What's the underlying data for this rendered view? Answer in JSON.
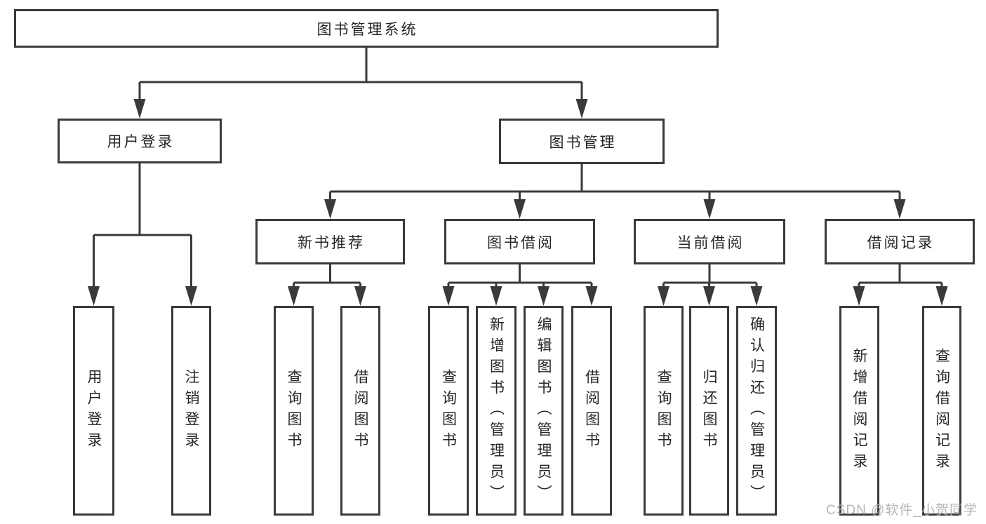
{
  "nodes": {
    "root": {
      "label": "图书管理系统"
    },
    "level2": {
      "user_login": {
        "label": "用户登录"
      },
      "book_management": {
        "label": "图书管理"
      }
    },
    "level3": {
      "new_book_recommend": {
        "label": "新书推荐"
      },
      "book_borrowing": {
        "label": "图书借阅"
      },
      "current_borrowing": {
        "label": "当前借阅"
      },
      "borrowing_records": {
        "label": "借阅记录"
      }
    },
    "leaves": {
      "user_login": {
        "label": "用户登录"
      },
      "logout": {
        "label": "注销登录"
      },
      "recommend_query_books": {
        "label": "查询图书"
      },
      "recommend_borrow_books": {
        "label": "借阅图书"
      },
      "borrow_query_books": {
        "label": "查询图书"
      },
      "borrow_add_books": {
        "label": "新增图书（管理员）"
      },
      "borrow_edit_books": {
        "label": "编辑图书（管理员）"
      },
      "borrow_borrow_books": {
        "label": "借阅图书"
      },
      "current_query_books": {
        "label": "查询图书"
      },
      "current_return_books": {
        "label": "归还图书"
      },
      "current_confirm_return": {
        "label": "确认归还（管理员）"
      },
      "records_add_record": {
        "label": "新增借阅记录"
      },
      "records_query_record": {
        "label": "查询借阅记录"
      }
    }
  },
  "watermark": {
    "text": "CSDN @软件_小贺同学"
  },
  "colors": {
    "line": "#3a3a3a",
    "text": "#262626",
    "background": "#ffffff",
    "watermark": "#afafaf"
  }
}
